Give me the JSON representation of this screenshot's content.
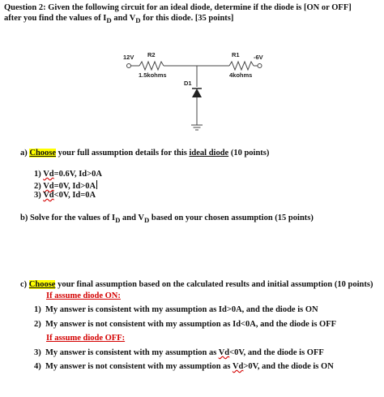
{
  "question": {
    "line1": "Question 2: Given the following circuit for an ideal diode, determine if the diode is [ON or OFF]",
    "line2_pre": "after you find the values of I",
    "line2_sub1": "D",
    "line2_mid": " and V",
    "line2_sub2": "D",
    "line2_post": " for this diode. [35 points]"
  },
  "circuit": {
    "source_left": "12V",
    "r2_name": "R2",
    "r2_value": "1.5kohms",
    "r1_name": "R1",
    "r1_value": "4kohms",
    "source_right": "-6V",
    "diode_name": "D1"
  },
  "part_a": {
    "label": "a)",
    "choose": "Choose",
    "text_pre": " your full assumption details for this ",
    "text_u": "ideal diode",
    "text_post": " (10 points)",
    "options": [
      {
        "num": "1)",
        "vd": "Vd",
        "rest": "=0.6V, Id>0A"
      },
      {
        "num": "2)",
        "vd": "Vd",
        "rest": "=0V, Id>0A"
      },
      {
        "num": "3)",
        "vd": "Vd",
        "rest": "<0V, Id=0A"
      }
    ]
  },
  "part_b": {
    "label": "b)",
    "pre": "Solve for the values of I",
    "sub1": "D",
    "mid": " and V",
    "sub2": "D",
    "post": " based on your chosen assumption (15 points)"
  },
  "part_c": {
    "label": "c)",
    "choose": "Choose",
    "text": " your final assumption based on the calculated results and initial assumption (10 points)",
    "if_on": "If assume diode ON:",
    "on_items": [
      {
        "num": "1)",
        "text": "My answer is consistent with my assumption as Id>0A, and the diode is ON"
      },
      {
        "num": "2)",
        "text": "My answer is not consistent with my assumption as Id<0A, and the diode is OFF"
      }
    ],
    "if_off": "If assume diode OFF:",
    "off_items": [
      {
        "num": "3)",
        "pre": "My answer is consistent with my assumption as ",
        "vd": "Vd",
        "post": "<0V, and the diode is OFF"
      },
      {
        "num": "4)",
        "pre": "My answer is not consistent with my assumption as ",
        "vd": "Vd",
        "post": ">0V, and the diode is ON"
      }
    ]
  }
}
